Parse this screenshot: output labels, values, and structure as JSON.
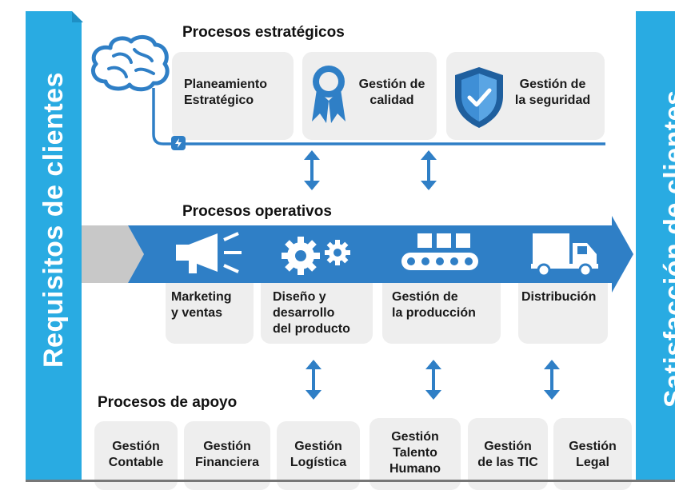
{
  "sidebar_left": {
    "label": "Requisitos de clientes"
  },
  "sidebar_right": {
    "label": "Satisfacción de clientes"
  },
  "strategic": {
    "title": "Procesos estratégicos",
    "items": [
      {
        "label": "Planeamiento\nEstratégico",
        "icon": "brain-icon"
      },
      {
        "label": "Gestión de\ncalidad",
        "icon": "award-ribbon-icon"
      },
      {
        "label": "Gestión de\nla seguridad",
        "icon": "shield-check-icon"
      }
    ]
  },
  "operational": {
    "title": "Procesos operativos",
    "items": [
      {
        "label": "Marketing\ny ventas",
        "icon": "megaphone-icon"
      },
      {
        "label": "Diseño y\ndesarrollo\ndel producto",
        "icon": "gears-icon"
      },
      {
        "label": "Gestión de\nla producción",
        "icon": "conveyor-icon"
      },
      {
        "label": "Distribución",
        "icon": "truck-icon"
      }
    ]
  },
  "support": {
    "title": "Procesos de apoyo",
    "items": [
      {
        "label": "Gestión\nContable"
      },
      {
        "label": "Gestión\nFinanciera"
      },
      {
        "label": "Gestión\nLogística"
      },
      {
        "label": "Gestión\nTalento\nHumano"
      },
      {
        "label": "Gestión\nde las TIC"
      },
      {
        "label": "Gestión\nLegal"
      }
    ]
  },
  "colors": {
    "sidebar": "#29abe2",
    "primary_blue": "#2f7fc6",
    "dark_blue": "#1f5f9e",
    "card_gray": "#eeeeee",
    "arrow_gray": "#c8c8c8"
  }
}
